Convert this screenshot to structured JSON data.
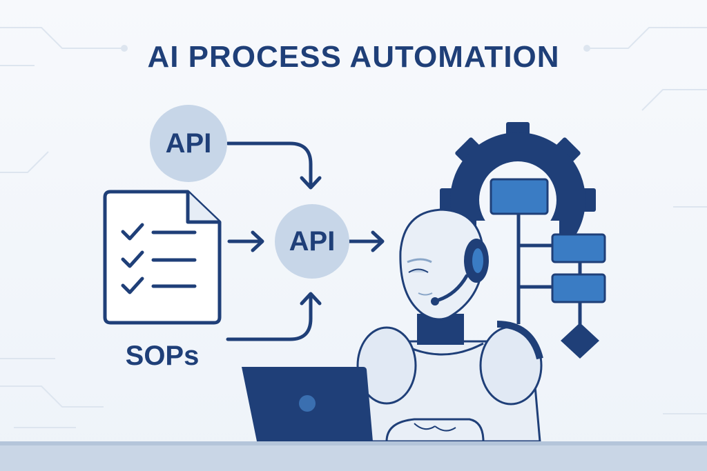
{
  "title": "AI PROCESS AUTOMATION",
  "nodes": {
    "api_top": "API",
    "api_center": "API",
    "document": "SOPs"
  },
  "colors": {
    "navy": "#1f3f78",
    "blue": "#3a7cc4",
    "circle_fill": "#c7d6e8",
    "background": "#f2f6fb"
  }
}
